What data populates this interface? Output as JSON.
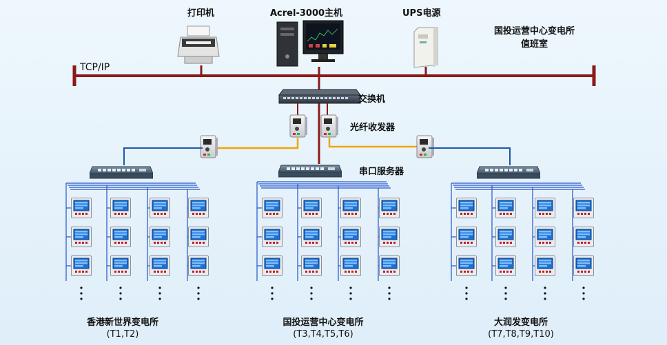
{
  "header": {
    "printer": "打印机",
    "host": "Acrel-3000主机",
    "ups": "UPS电源",
    "room_line1": "国投运营中心变电所",
    "room_line2": "值班室"
  },
  "network": {
    "bus": "TCP/IP",
    "switch": "交换机",
    "transceiver": "光纤收发器",
    "serial_server": "串口服务器"
  },
  "substations": [
    {
      "name": "香港新世界变电所",
      "transformers": "(T1,T2)"
    },
    {
      "name": "国投运营中心变电所",
      "transformers": "(T3,T4,T5,T6)"
    },
    {
      "name": "大润发变电所",
      "transformers": "(T7,T8,T9,T10)"
    }
  ],
  "colors": {
    "bus": "#8b1a1a",
    "fiber": "#f0a500",
    "rs485": "#2255cc"
  },
  "icons": {
    "printer": "printer-icon",
    "host": "desktop-computer-icon",
    "ups": "ups-icon",
    "switch": "network-switch-icon",
    "transceiver": "fiber-transceiver-icon",
    "serial_server": "serial-server-icon",
    "meter": "power-meter-icon"
  }
}
